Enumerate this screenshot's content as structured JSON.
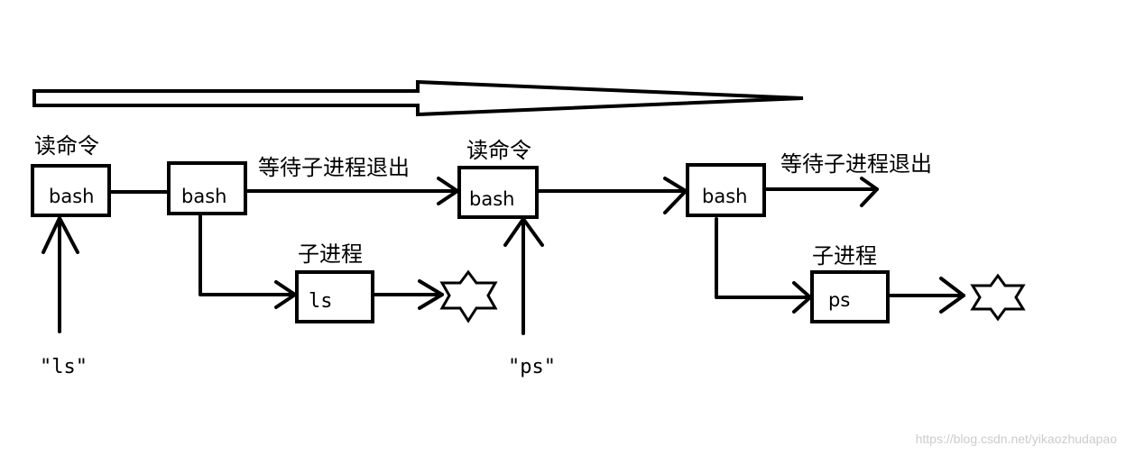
{
  "labels": {
    "read_cmd_1": "读命令",
    "read_cmd_2": "读命令",
    "wait_child_1": "等待子进程退出",
    "wait_child_2": "等待子进程退出",
    "child_process_1": "子进程",
    "child_process_2": "子进程"
  },
  "boxes": {
    "bash_1": "bash",
    "bash_2": "bash",
    "bash_3": "bash",
    "bash_4": "bash",
    "ls": "ls",
    "ps": "ps"
  },
  "inputs": {
    "ls_cmd": "\"ls\"",
    "ps_cmd": "\"ps\""
  },
  "watermark": "https://blog.csdn.net/yikaozhudapao",
  "colors": {
    "stroke": "#000000",
    "watermark": "#cccccc"
  }
}
